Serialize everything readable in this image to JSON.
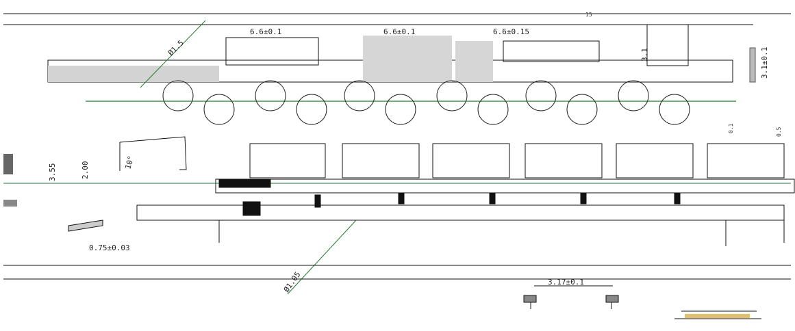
{
  "drawing": {
    "dimensions": {
      "pitch_1": "6.6±0.1",
      "pitch_2": "6.6±0.1",
      "pitch_3": "6.6±0.15",
      "height_right": "3.1±0.1",
      "small_right": "0.1",
      "gap_right": "0.5",
      "left_height": "3.55",
      "left_depth": "2.00",
      "left_angle": "10°",
      "left_thickness": "0.75±0.03",
      "diameter_upper": "Ø1.5",
      "diameter_lower": "Ø1.05",
      "bottom_width": "3.17±0.1",
      "right_vertical": "3.1",
      "top_small": "15"
    },
    "colors": {
      "line": "#111111",
      "centerline": "#1f7a2c",
      "hatch": "#999999",
      "fill_gray": "#cfcfcf",
      "paper": "#ffffff"
    }
  }
}
